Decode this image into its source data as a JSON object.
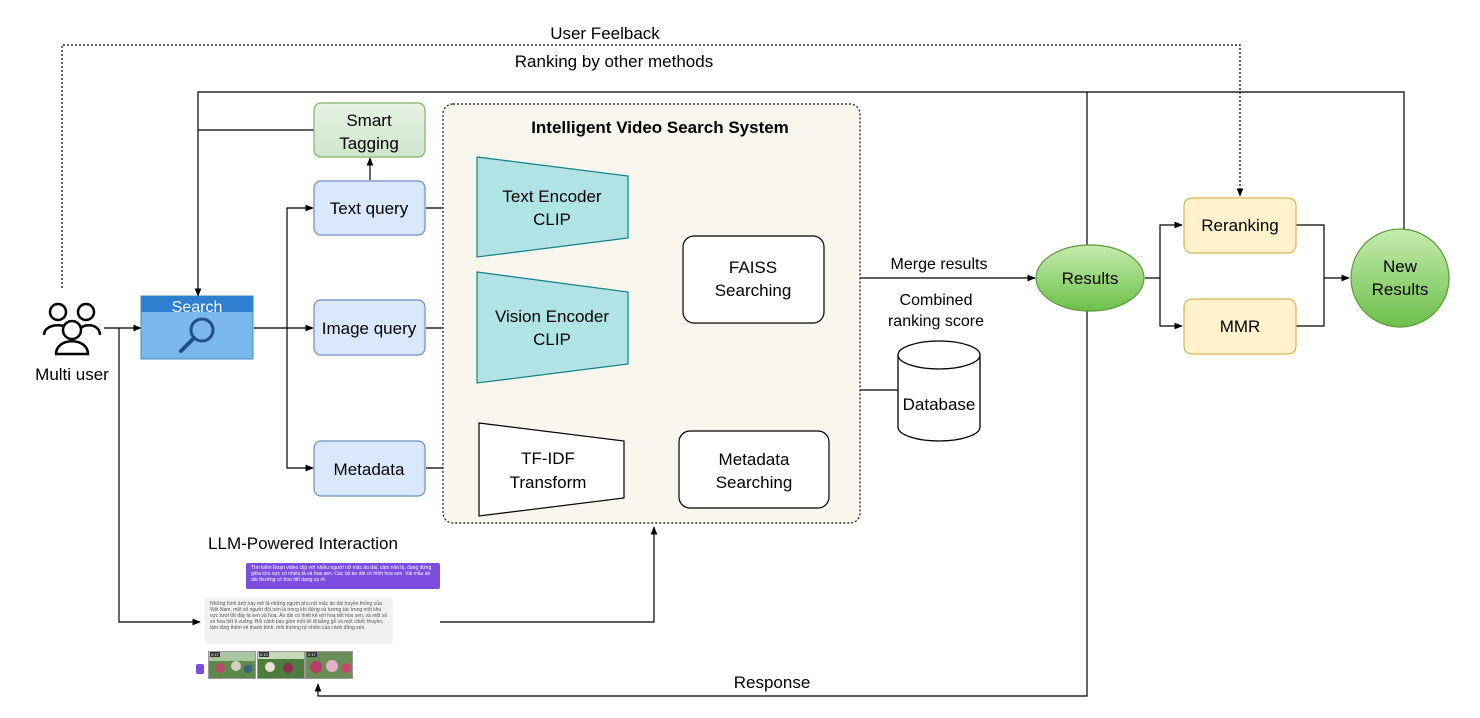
{
  "feedback": {
    "user_feedback": "User Feelback",
    "ranking_other": "Ranking by other methods",
    "response": "Response"
  },
  "users": {
    "label": "Multi user"
  },
  "search": {
    "label": "Search"
  },
  "smart_tagging": {
    "line1": "Smart",
    "line2": "Tagging"
  },
  "queries": {
    "text": "Text query",
    "image": "Image query",
    "metadata": "Metadata"
  },
  "system": {
    "title": "Intelligent Video Search System",
    "text_encoder": {
      "line1": "Text Encoder",
      "line2": "CLIP"
    },
    "vision_encoder": {
      "line1": "Vision Encoder",
      "line2": "CLIP"
    },
    "tfidf": {
      "line1": "TF-IDF",
      "line2": "Transform"
    },
    "faiss": {
      "line1": "FAISS",
      "line2": "Searching"
    },
    "meta_search": {
      "line1": "Metadata",
      "line2": "Searching"
    }
  },
  "database": {
    "label": "Database"
  },
  "merge": {
    "label": "Merge results",
    "score_line1": "Combined",
    "score_line2": "ranking score"
  },
  "results": {
    "label": "Results"
  },
  "reranking": {
    "label": "Reranking"
  },
  "mmr": {
    "label": "MMR"
  },
  "new_results": {
    "line1": "New",
    "line2": "Results"
  },
  "llm": {
    "title": "LLM-Powered Interaction",
    "user_message": "Tìm kiếm Đoạn video clip với nhiều người nữ mặc áo dài, cầm nón lá, đang đứng giữa khu vực có nhiều lá và hoa sen. Các bộ áo dài có hình hoa sen. Vài mẫu áo dài thường có hoa tiết dạng ca rô.",
    "bot_message": "Những hình ảnh này mô tả những người phụ nữ mặc áo dài truyền thống của Việt Nam, một số người đội nón lá trong khi đứng và tương tác trong một khu vực tươi tốt đầy lá sen và hoa. Áo dài có thiết kế với hoa tiết hoa sen, và một số có hoa tiết ô vuông. Bối cảnh bao gồm một lối đi bằng gỗ và một chiếc thuyền, làm tăng thêm vẻ thanh bình, môi trường tự nhiên của cánh đồng sen.",
    "thumbs": [
      "0:47",
      "0:13",
      "0:17"
    ]
  },
  "colors": {
    "query_fill": "#dae8fc",
    "query_stroke": "#6c8ebf",
    "tag_fill": "#d5e8d4",
    "tag_stroke": "#82b366",
    "encoder_fill": "#b0e3e6",
    "encoder_stroke": "#0e8088",
    "system_fill": "#f9f7ed",
    "result_fill": "#8fd46a",
    "rank_fill": "#fff2cc",
    "rank_stroke": "#d6b656",
    "search_fill": "#6fb4ea",
    "chat_purple": "#7c4ddf"
  }
}
